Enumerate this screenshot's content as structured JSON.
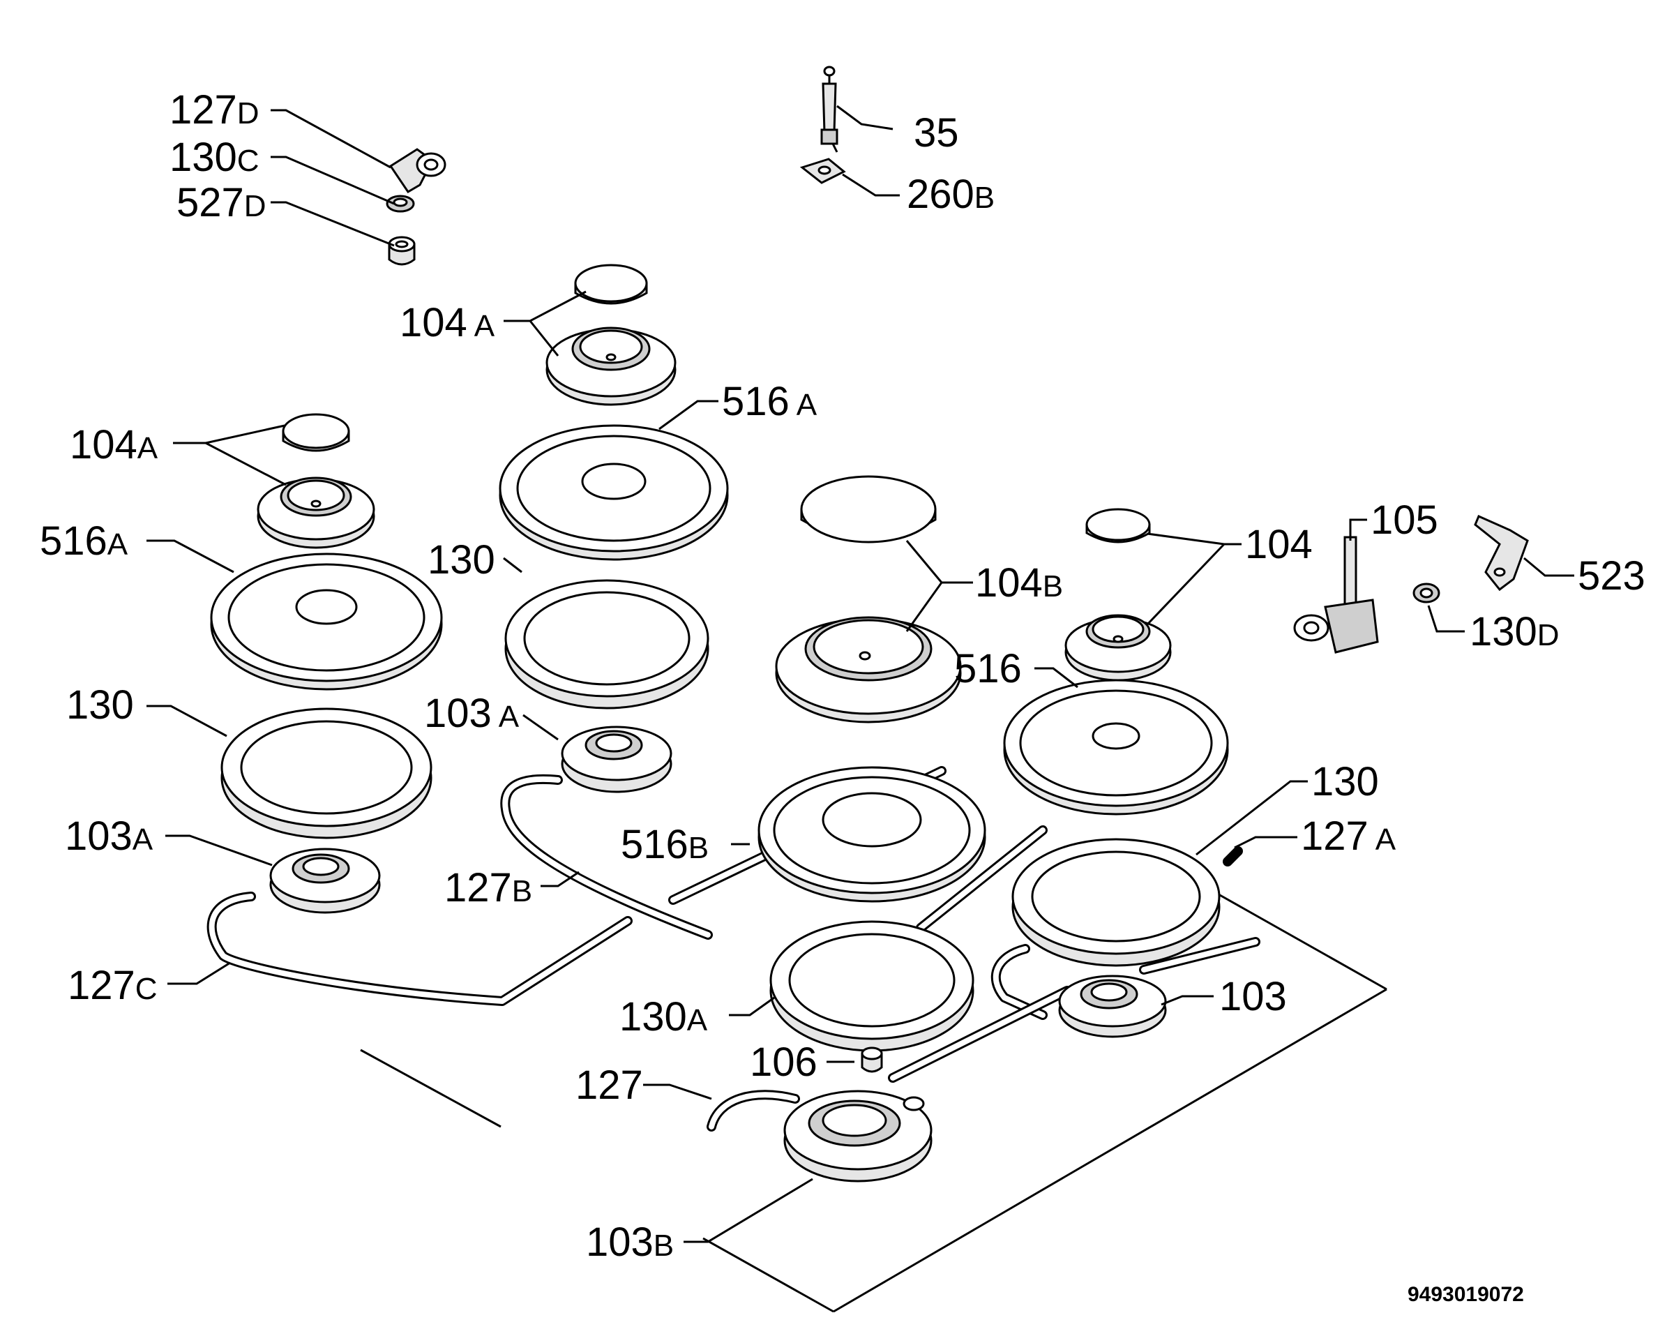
{
  "labels": [
    {
      "key": "l127D",
      "num": "127",
      "sub": "D"
    },
    {
      "key": "l130C",
      "num": "130",
      "sub": "C"
    },
    {
      "key": "l527D",
      "num": "527",
      "sub": "D"
    },
    {
      "key": "l35",
      "num": "35",
      "sub": ""
    },
    {
      "key": "l260B",
      "num": "260",
      "sub": "B"
    },
    {
      "key": "l104A_top",
      "num": "104",
      "sub": "A"
    },
    {
      "key": "l516A_top",
      "num": "516",
      "sub": "A"
    },
    {
      "key": "l104A_left",
      "num": "104",
      "sub": "A"
    },
    {
      "key": "l516A_left",
      "num": "516",
      "sub": "A"
    },
    {
      "key": "l130_mid",
      "num": "130",
      "sub": ""
    },
    {
      "key": "l104B",
      "num": "104",
      "sub": "B"
    },
    {
      "key": "l104",
      "num": "104",
      "sub": ""
    },
    {
      "key": "l105",
      "num": "105",
      "sub": ""
    },
    {
      "key": "l523",
      "num": "523",
      "sub": ""
    },
    {
      "key": "l130D",
      "num": "130",
      "sub": "D"
    },
    {
      "key": "l516",
      "num": "516",
      "sub": ""
    },
    {
      "key": "l130_left",
      "num": "130",
      "sub": ""
    },
    {
      "key": "l103A_mid",
      "num": "103",
      "sub": "A"
    },
    {
      "key": "l130_right",
      "num": "130",
      "sub": ""
    },
    {
      "key": "l127A",
      "num": "127",
      "sub": "A"
    },
    {
      "key": "l103A_left",
      "num": "103",
      "sub": "A"
    },
    {
      "key": "l516B",
      "num": "516",
      "sub": "B"
    },
    {
      "key": "l127B",
      "num": "127",
      "sub": "B"
    },
    {
      "key": "l127C",
      "num": "127",
      "sub": "C"
    },
    {
      "key": "l103",
      "num": "103",
      "sub": ""
    },
    {
      "key": "l130A",
      "num": "130",
      "sub": "A"
    },
    {
      "key": "l106",
      "num": "106",
      "sub": ""
    },
    {
      "key": "l127",
      "num": "127",
      "sub": ""
    },
    {
      "key": "l103B",
      "num": "103",
      "sub": "B"
    }
  ],
  "drawing_code": "9493019072"
}
